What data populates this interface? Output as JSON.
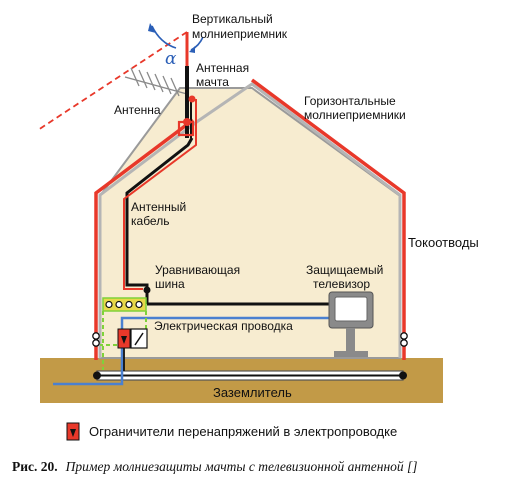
{
  "labels": {
    "vertical_rod": [
      "Вертикальный",
      "молниеприемник"
    ],
    "alpha": "α",
    "mast": [
      "Антенная",
      "мачта"
    ],
    "antenna": "Антенна",
    "horizontal_rods": [
      "Горизонтальные",
      "молниеприемники"
    ],
    "antenna_cable": [
      "Антенный",
      "кабель"
    ],
    "down_conductors": "Токоотводы",
    "bonding_bar": [
      "Уравнивающая",
      "шина"
    ],
    "tv": [
      "Защищаемый",
      "телевизор"
    ],
    "wiring": "Электрическая проводка",
    "earthing": "Заземлитель"
  },
  "legend": {
    "surge_arrester": "Ограничители перенапряжений в электропроводке"
  },
  "caption": {
    "number": "Рис. 20.",
    "text": "Пример молниезащиты мачты с телевизионной антенной []"
  },
  "colors": {
    "lightning_conductor": "#e8382a",
    "wall_fill": "#f7ecd0",
    "ground": "#c29a47",
    "mast": "#111111",
    "wiring": "#4a80d0",
    "bonding_bar": "#e8d84a",
    "green_wire": "#7fd23a",
    "alpha": "#2b5fb7"
  }
}
